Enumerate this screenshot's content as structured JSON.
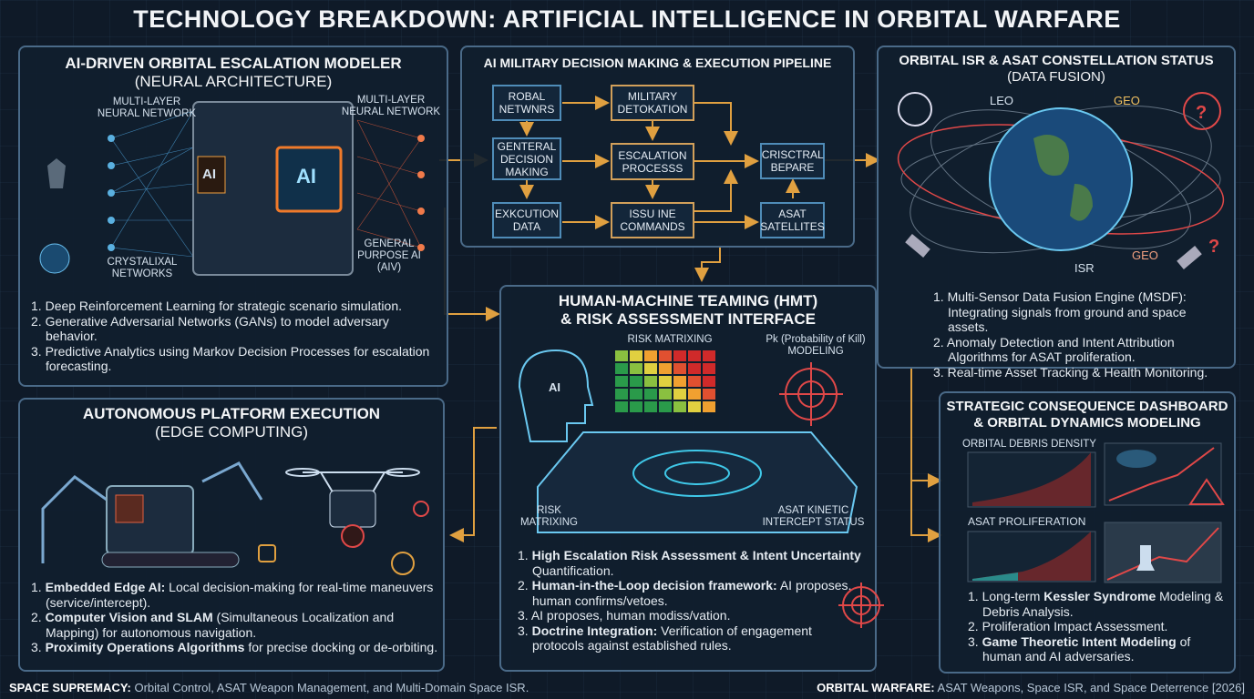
{
  "title": "TECHNOLOGY BREAKDOWN: ARTIFICIAL INTELLIGENCE IN ORBITAL WARFARE",
  "colors": {
    "background": "#0f1a28",
    "panel_border": "#4a6a88",
    "arrow": "#e0a040",
    "accent_red": "#e04848",
    "accent_cyan": "#3fc8e8"
  },
  "modeler": {
    "title": "AI-DRIVEN ORBITAL ESCALATION MODELER",
    "subtitle": "(NEURAL ARCHITECTURE)",
    "labels": {
      "left_net": "MULTI-LAYER NEURAL NETWORK",
      "right_net": "MULTI-LAYER NEURAL NETWORK",
      "crystal": "CRYSTALIXAL NETWORKS",
      "general": "GENERAL PURPOSE AI (AIV)",
      "chip_left": "AI",
      "chip_center": "AI"
    },
    "items": [
      {
        "num": "1.",
        "text": "Deep Reinforcement Learning for strategic scenario simulation."
      },
      {
        "num": "2.",
        "text": "Generative Adversarial Networks (GANs) to model adversary behavior."
      },
      {
        "num": "3.",
        "text": "Predictive Analytics using Markov Decision Processes for escalation forecasting."
      }
    ]
  },
  "pipeline": {
    "title": "AI MILITARY DECISION MAKING & EXECUTION PIPELINE",
    "nodes": {
      "robal": "ROBAL NETWNRS",
      "military": "MILITARY DETOKATION",
      "general": "GENTERAL DECISION MAKING",
      "escalation": "ESCALATION PROCESSS",
      "execution": "EXKCUTION DATA",
      "issue": "ISSU INE COMMANDS",
      "cristral": "CRISCTRAL BEPARE",
      "asat": "ASAT SATELLITES"
    }
  },
  "isr": {
    "title": "ORBITAL ISR & ASAT CONSTELLATION STATUS",
    "subtitle": "(DATA FUSION)",
    "labels": {
      "leo": "LEO",
      "geo_top": "GEO",
      "isr": "ISR",
      "geo_bottom": "GEO"
    },
    "items": [
      {
        "num": "1.",
        "text": "Multi-Sensor Data Fusion Engine (MSDF): Integrating signals from ground and space assets."
      },
      {
        "num": "2.",
        "text": "Anomaly Detection and Intent Attribution Algorithms for ASAT proliferation."
      },
      {
        "num": "3.",
        "text": "Real-time Asset Tracking & Health Monitoring."
      }
    ]
  },
  "hmt": {
    "title": "HUMAN-MACHINE TEAMING (HMT)",
    "title2": "& RISK ASSESSMENT INTERFACE",
    "labels": {
      "risk_top": "RISK MATRIXING",
      "pk": "Pk (Probability of Kill) MODELING",
      "risk_bottom": "RISK MATRIXING",
      "asat": "ASAT KINETIC INTERCEPT STATUS",
      "head": "AI"
    },
    "items": [
      {
        "num": "1.",
        "bold": "High Escalation Risk Assessment & Intent Uncertainty",
        "text": " Quantification."
      },
      {
        "num": "2.",
        "bold": "Human-in-the-Loop decision framework:",
        "text": " AI proposes, human confirms/vetoes."
      },
      {
        "num": "3.",
        "bold": "",
        "text": "AI proposes, human modiss/vation."
      },
      {
        "num": "3.",
        "bold": "Doctrine Integration:",
        "text": " Verification of engagement protocols against established rules."
      }
    ]
  },
  "autonomous": {
    "title": "AUTONOMOUS PLATFORM EXECUTION",
    "subtitle": "(EDGE COMPUTING)",
    "items": [
      {
        "num": "1.",
        "bold": "Embedded Edge AI:",
        "text": " Local decision-making for real-time maneuvers (service/intercept)."
      },
      {
        "num": "2.",
        "bold": "Computer Vision and SLAM",
        "text": " (Simultaneous Localization and Mapping) for autonomous navigation."
      },
      {
        "num": "3.",
        "bold": "Proximity Operations Algorithms",
        "text": " for precise docking or de-orbiting."
      }
    ]
  },
  "dashboard": {
    "title": "STRATEGIC CONSEQUENCE DASHBOARD",
    "title2": "& ORBITAL DYNAMICS MODELING",
    "labels": {
      "debris": "ORBITAL DEBRIS DENSITY",
      "asat": "ASAT PROLIFERATION"
    },
    "items": [
      {
        "num": "1.",
        "pre": "Long-term ",
        "bold": "Kessler Syndrome",
        "text": " Modeling & Debris Analysis."
      },
      {
        "num": "2.",
        "pre": "Proliferation Impact Assessment.",
        "bold": "",
        "text": ""
      },
      {
        "num": "3.",
        "pre": "",
        "bold": "Game Theoretic Intent Modeling",
        "text": " of human and AI adversaries."
      }
    ]
  },
  "footer": {
    "left_bold": "SPACE SUPREMACY:",
    "left_text": " Orbital Control, ASAT Weapon Management, and Multi-Domain Space ISR.",
    "right_bold": "ORBITAL WARFARE:",
    "right_text": " ASAT Weapons, Space ISR, and Space Deterrence [2026]"
  }
}
